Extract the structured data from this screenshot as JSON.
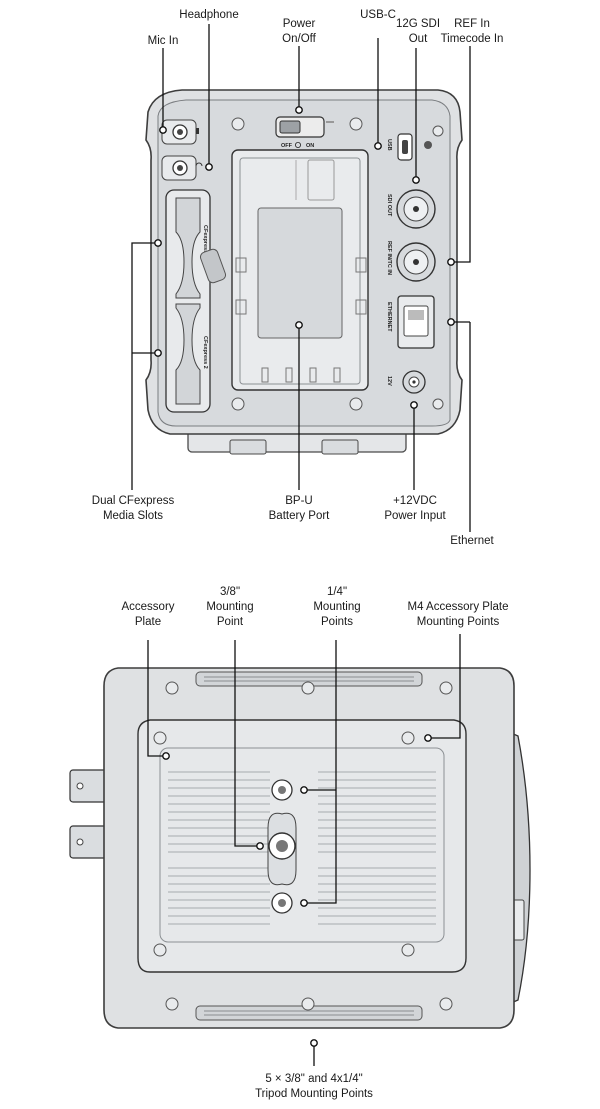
{
  "rear_view": {
    "callouts": {
      "headphone": "Headphone",
      "power": [
        "Power",
        "On/Off"
      ],
      "usb_c": "USB-C",
      "sdi_out": [
        "12G SDI",
        "Out"
      ],
      "ref_in": [
        "REF In",
        "Timecode In"
      ],
      "mic_in": "Mic In",
      "media_slots": [
        "Dual CFexpress",
        "Media Slots"
      ],
      "battery_port": [
        "BP-U",
        "Battery Port"
      ],
      "power_input": [
        "+12VDC",
        "Power Input"
      ],
      "ethernet": "Ethernet"
    },
    "panel_text": {
      "switch_off": "OFF",
      "switch_on": "ON",
      "usb": "USB",
      "sdi_out": "SDI OUT",
      "ref_tc_in": "REF IN/TC IN",
      "ethernet": "ETHERNET",
      "dc_12v": "12V",
      "slot_1": "CFexpress 1",
      "slot_2": "CFexpress 2"
    }
  },
  "bottom_view": {
    "callouts": {
      "accessory_plate": [
        "Accessory",
        "Plate"
      ],
      "mount_38": [
        "3/8\"",
        "Mounting",
        "Point"
      ],
      "mount_14": [
        "1/4\"",
        "Mounting",
        "Points"
      ],
      "m4_points": [
        "M4 Accessory Plate",
        "Mounting Points"
      ],
      "tripod_points": [
        "5 × 3/8\" and 4x1/4\"",
        "Tripod Mounting Points"
      ]
    }
  }
}
